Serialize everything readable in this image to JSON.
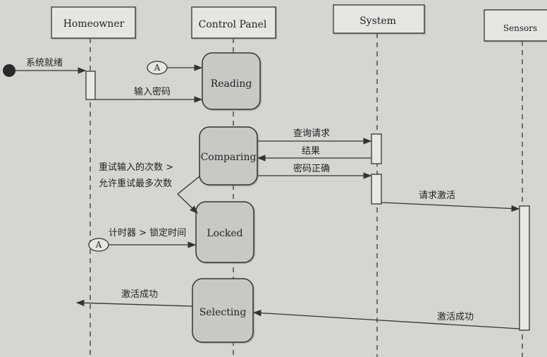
{
  "lifelines": {
    "homeowner": "Homeowner",
    "control_panel": "Control Panel",
    "system": "System",
    "sensors": "Sensors"
  },
  "states": {
    "reading": "Reading",
    "comparing": "Comparing",
    "locked": "Locked",
    "selecting": "Selecting"
  },
  "connectors": {
    "a_top": "A",
    "a_bottom": "A"
  },
  "messages": {
    "system_ready": "系统就绪",
    "enter_password": "输入密码",
    "query_request": "查询请求",
    "result": "结果",
    "password_correct": "密码正确",
    "retry_guard_line1": "重试输入的次数 >",
    "retry_guard_line2": "允许重试最多次数",
    "timer_guard": "计时器 > 锁定时间",
    "request_activation": "请求激活",
    "activation_success_sensors": "激活成功",
    "activation_success_homeowner": "激活成功"
  },
  "colors": {
    "background": "#d6d5d1",
    "header_fill": "#e6e5e2",
    "state_fill": "#c9c8c5",
    "line": "#3a3a3a"
  }
}
